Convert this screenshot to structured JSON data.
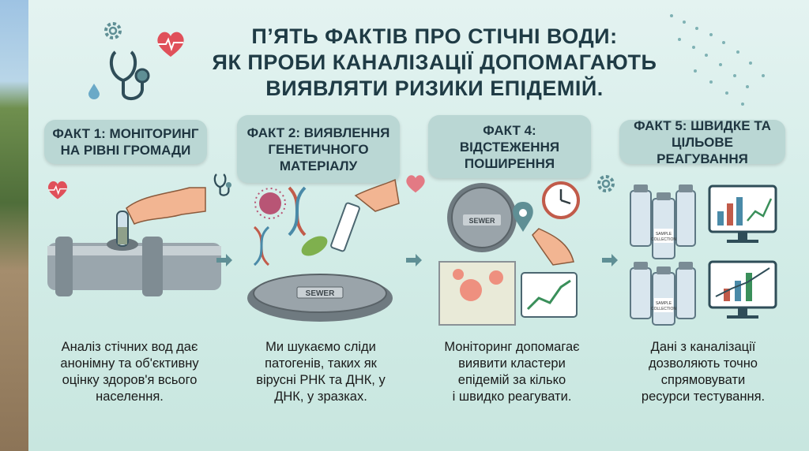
{
  "title": {
    "line1": "П’ЯТЬ ФАКТІВ ПРО СТІЧНІ ВОДИ:",
    "line2": "ЯК ПРОБИ КАНАЛІЗАЦІЇ ДОПОМАГАЮТЬ",
    "line3": "ВИЯВЛЯТИ РИЗИКИ ЕПІДЕМІЙ."
  },
  "facts": [
    {
      "heading_1": "ФАКТ 1: МОНІТОРИНГ",
      "heading_2": "НА РІВНІ ГРОМАДИ",
      "desc_1": "Аналіз стічних вод дає",
      "desc_2": "анонімну та об'єктивну",
      "desc_3": "оцінку здоров'я всього",
      "desc_4": "населення."
    },
    {
      "heading_1": "ФАКТ 2: ВИЯВЛЕННЯ",
      "heading_2": "ГЕНЕТИЧНОГО",
      "heading_3": "МАТЕРІАЛУ",
      "desc_1": "Ми шукаємо сліди",
      "desc_2": "патогенів, таких як",
      "desc_3": "вірусні РНК та ДНК, у",
      "desc_4": "ДНК, у зразках."
    },
    {
      "heading_1": "ФАКТ 4:",
      "heading_2": "ВІДСТЕЖЕННЯ",
      "heading_3": "ПОШИРЕННЯ",
      "desc_1": "Моніторинг допомагає",
      "desc_2": "виявити кластери",
      "desc_3": "епідемій за кілько",
      "desc_4": "і швидко реагувати."
    },
    {
      "heading_1": "ФАКТ 5: ШВИДКЕ ТА",
      "heading_2": "ЦІЛЬОВЕ РЕАГУВАННЯ",
      "desc_1": "Дані з каналізації",
      "desc_2": "дозволяють точно",
      "desc_3": "спрямовувати",
      "desc_4": "ресурси тестування."
    }
  ],
  "labels": {
    "sewer": "SEWER",
    "sample_1": "SAMPLE",
    "sample_2": "COLLECTION"
  },
  "colors": {
    "pill": "#bad7d4",
    "title": "#1f3b45",
    "arrow": "#5f8f95",
    "heart": "#e0505a",
    "pipe": "#9aa6ad"
  },
  "icons": [
    "gear-icon",
    "stethoscope-icon",
    "heart-pulse-icon",
    "arrow-right-icon",
    "clock-icon",
    "map-pin-icon"
  ]
}
